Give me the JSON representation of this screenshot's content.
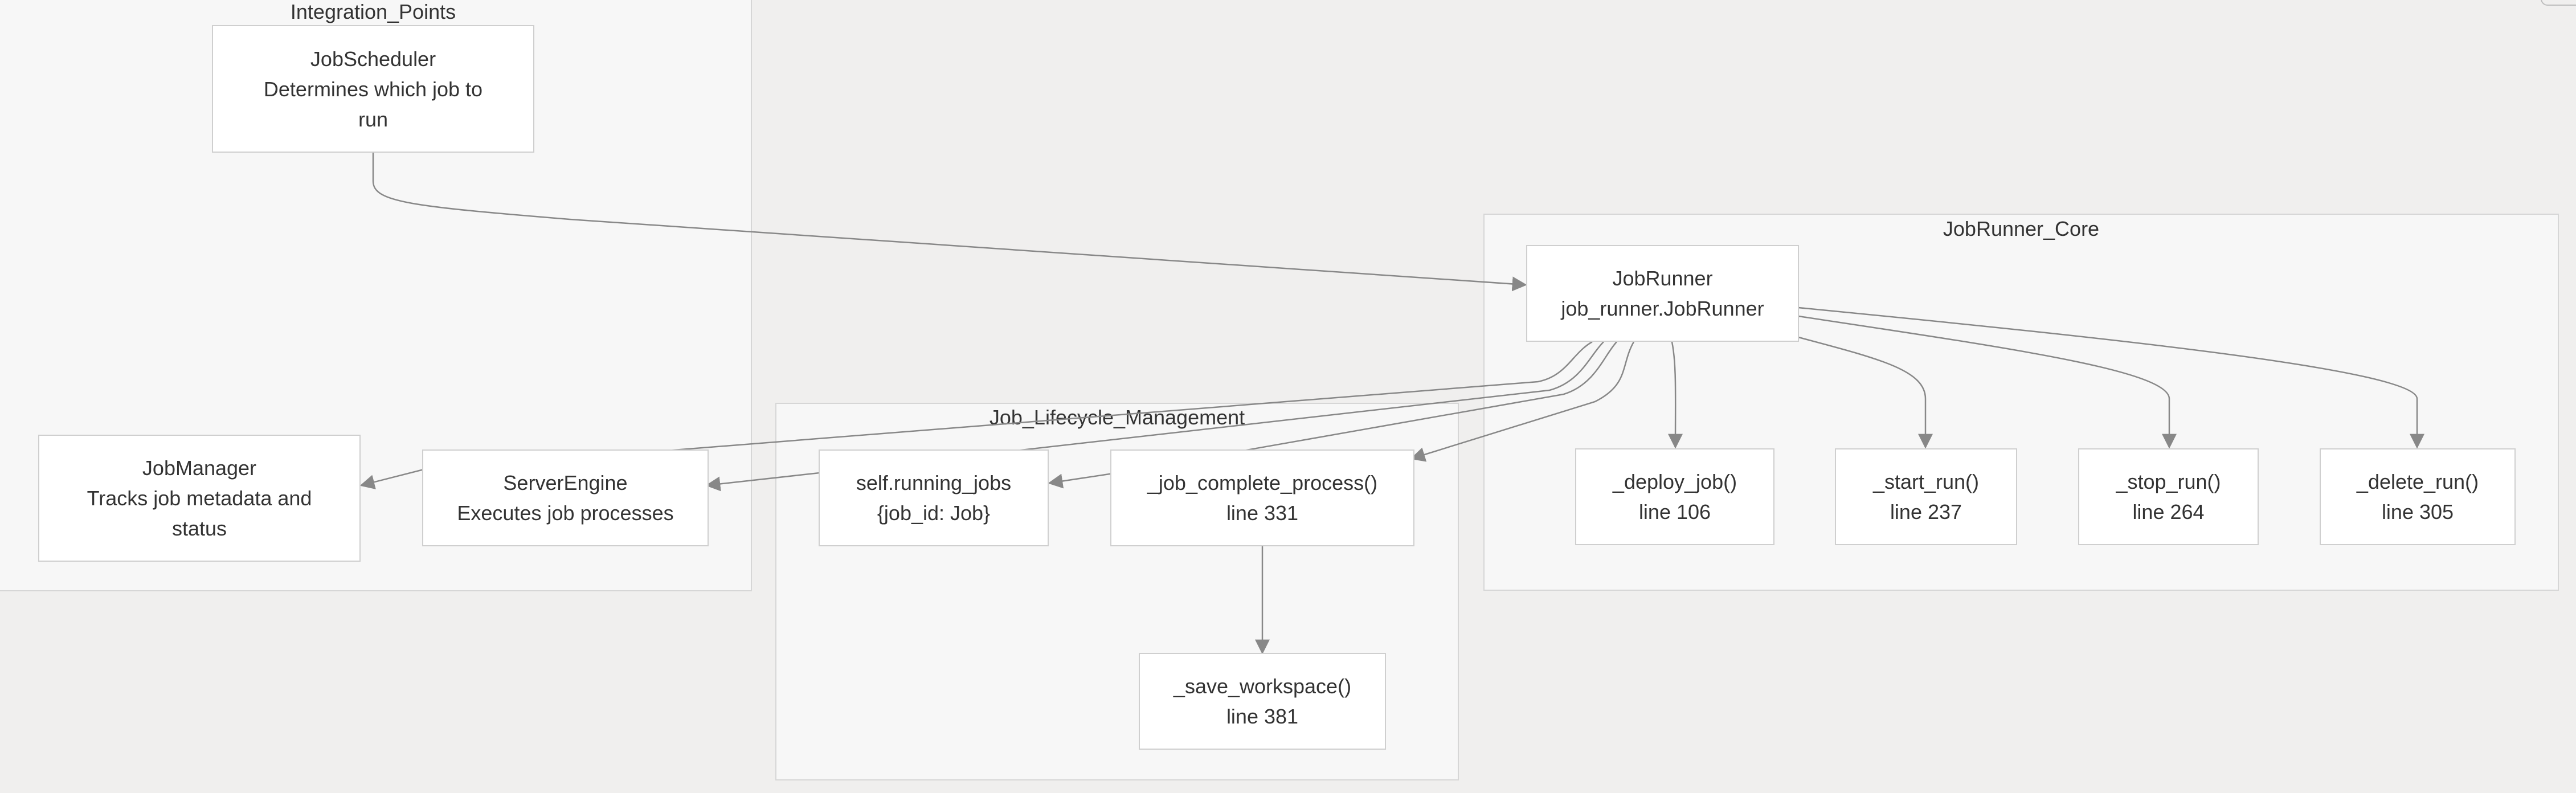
{
  "clusters": {
    "integration": {
      "title": "Integration_Points"
    },
    "lifecycle": {
      "title": "Job_Lifecycle_Management"
    },
    "core": {
      "title": "JobRunner_Core"
    }
  },
  "nodes": {
    "job_scheduler": {
      "line1": "JobScheduler",
      "line2": "Determines which job to",
      "line3": "run"
    },
    "job_manager": {
      "line1": "JobManager",
      "line2": "Tracks job metadata and",
      "line3": "status"
    },
    "server_engine": {
      "line1": "ServerEngine",
      "line2": "Executes job processes"
    },
    "running_jobs": {
      "line1": "self.running_jobs",
      "line2": "{job_id: Job}"
    },
    "job_complete": {
      "line1": "_job_complete_process()",
      "line2": "line 331"
    },
    "save_workspace": {
      "line1": "_save_workspace()",
      "line2": "line 381"
    },
    "job_runner": {
      "line1": "JobRunner",
      "line2": "job_runner.JobRunner"
    },
    "deploy_job": {
      "line1": "_deploy_job()",
      "line2": "line 106"
    },
    "start_run": {
      "line1": "_start_run()",
      "line2": "line 237"
    },
    "stop_run": {
      "line1": "_stop_run()",
      "line2": "line 264"
    },
    "delete_run": {
      "line1": "_delete_run()",
      "line2": "line 305"
    }
  },
  "colors": {
    "background": "#f0efee",
    "cluster_fill": "#f7f7f7",
    "cluster_border": "#d6d6d6",
    "node_fill": "#ffffff",
    "node_border": "#cfcfcf",
    "edge": "#888888",
    "text": "#333333"
  }
}
